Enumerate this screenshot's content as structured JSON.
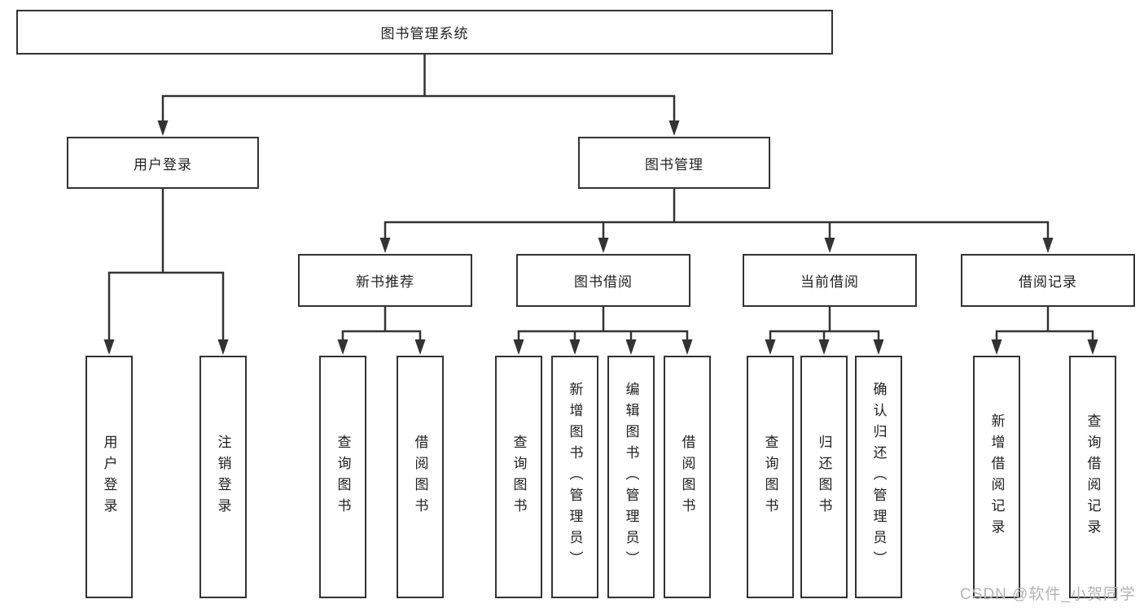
{
  "colors": {
    "line": "#333333",
    "border": "#333333",
    "text": "#212121",
    "background": "#ffffff",
    "watermark": "#b3b3b3"
  },
  "root_label": "图书管理系统",
  "level2": {
    "user_login": "用户登录",
    "book_management": "图书管理"
  },
  "level3": {
    "new_book_recommend": "新书推荐",
    "book_borrow": "图书借阅",
    "current_borrow": "当前借阅",
    "borrow_records": "借阅记录"
  },
  "leaves": {
    "user_login": "用户登录",
    "logout": "注销登录",
    "nb_query_book": "查询图书",
    "nb_borrow_book": "借阅图书",
    "bb_query_book": "查询图书",
    "bb_add_book": "新增图书（管理员）",
    "bb_edit_book": "编辑图书（管理员）",
    "bb_borrow_book": "借阅图书",
    "cb_query_book": "查询图书",
    "cb_return_book": "归还图书",
    "cb_confirm_return": "确认归还（管理员）",
    "br_add_record": "新增借阅记录",
    "br_query_record": "查询借阅记录"
  },
  "watermark": "CSDN @软件_小贺同学"
}
